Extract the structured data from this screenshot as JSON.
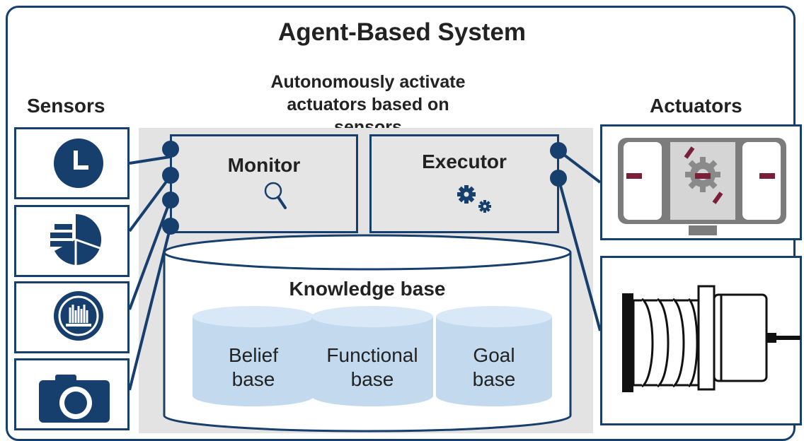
{
  "title": "Agent-Based System",
  "subtitle": [
    "Autonomously activate",
    "actuators based on sensors"
  ],
  "sensors": {
    "label": "Sensors",
    "items": [
      "clock-icon",
      "pie-chart-icon",
      "meter-icon",
      "camera-icon"
    ]
  },
  "actuators": {
    "label": "Actuators",
    "items": [
      "gear-mechanism-icon",
      "motor-screw-icon"
    ]
  },
  "monitor": {
    "label": "Monitor",
    "icon": "magnifier-icon"
  },
  "executor": {
    "label": "Executor",
    "icon": "gears-icon"
  },
  "knowledge_base": {
    "label": "Knowledge base",
    "bases": [
      {
        "line1": "Belief",
        "line2": "base"
      },
      {
        "line1": "Functional",
        "line2": "base"
      },
      {
        "line1": "Goal",
        "line2": "base"
      }
    ]
  },
  "colors": {
    "navy": "#173f6e",
    "panel": "#e3e3e3",
    "base_fill": "#c2d9ee",
    "base_top": "#d8e8f6",
    "accent": "#7a1f3a",
    "mechanism_gray": "#7c7c7c"
  }
}
